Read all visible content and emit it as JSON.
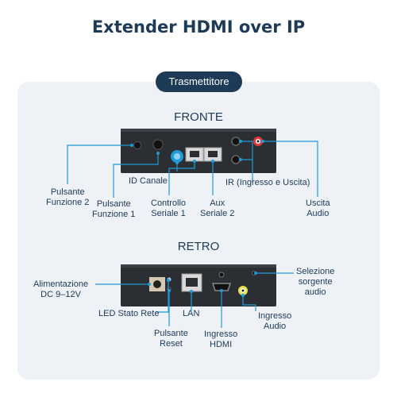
{
  "title": "Extender HDMI over IP",
  "badge": "Trasmettitore",
  "front": {
    "heading": "FRONTE",
    "labels": {
      "func2": "Pulsante\nFunzione 2",
      "func1": "Pulsante\nFunzione 1",
      "channel": "ID Canale",
      "serial1": "Controllo\nSeriale 1",
      "serial2": "Aux\nSeriale 2",
      "ir": "IR (Ingresso e Uscita)",
      "audio_out": "Uscita\nAudio"
    }
  },
  "back": {
    "heading": "RETRO",
    "labels": {
      "power": "Alimentazione\nDC 9–12V",
      "led": "LED Stato Rete",
      "reset": "Pulsante\nReset",
      "lan": "LAN",
      "hdmi_in": "Ingresso\nHDMI",
      "audio_in": "Ingresso\nAudio",
      "audio_src": "Selezione\nsorgente\naudio"
    }
  },
  "colors": {
    "accent": "#1e9bd7",
    "navy": "#1d3a57",
    "panel": "#eef1f6",
    "device": "#2b2f33"
  }
}
